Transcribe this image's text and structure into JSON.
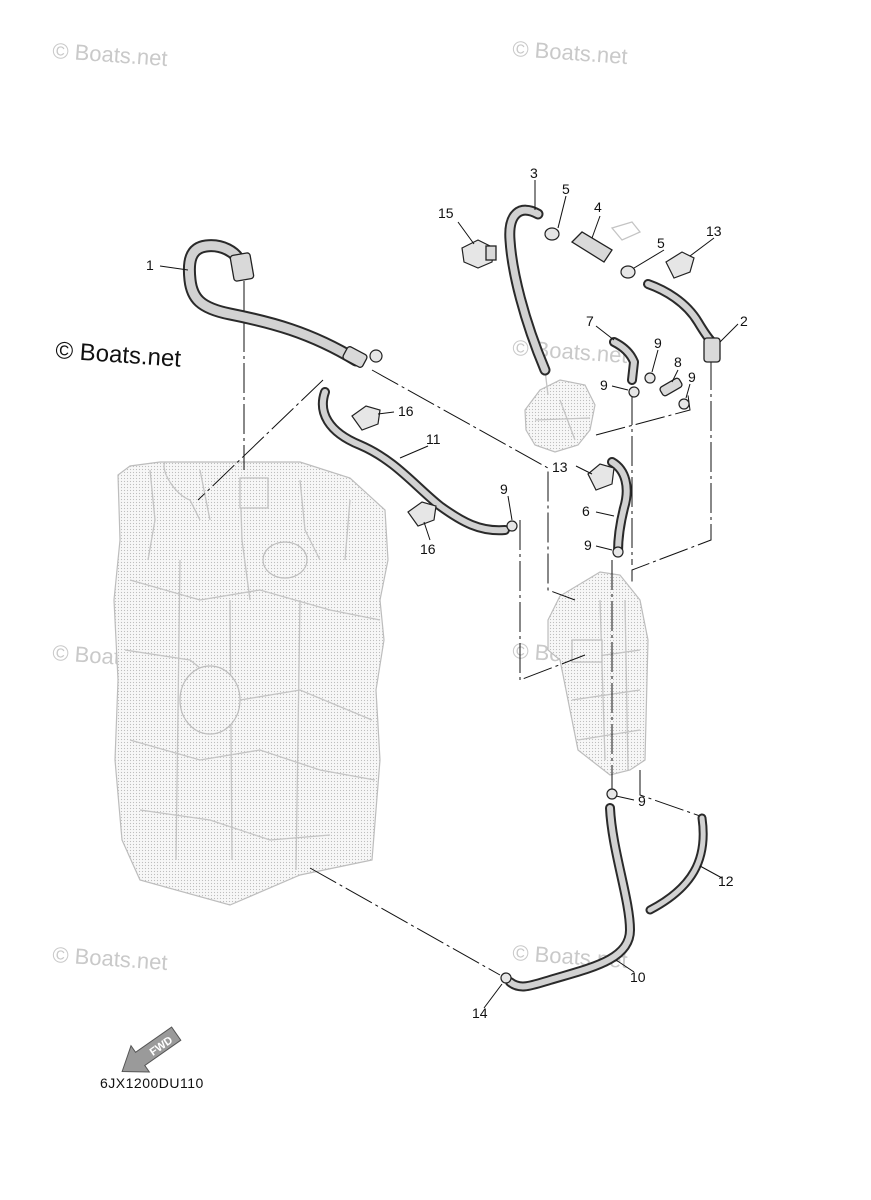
{
  "watermark": {
    "text": "© Boats.net",
    "featured_text": "© Boats.net"
  },
  "diagram_code": "6JX1200DU110",
  "fwd_label": "FWD",
  "callouts": {
    "c1": "1",
    "c2": "2",
    "c3": "3",
    "c4": "4",
    "c5a": "5",
    "c5b": "5",
    "c6": "6",
    "c7": "7",
    "c8": "8",
    "c9a": "9",
    "c9b": "9",
    "c9c": "9",
    "c9d": "9",
    "c9e": "9",
    "c9f": "9",
    "c10": "10",
    "c11": "11",
    "c12": "12",
    "c13a": "13",
    "c13b": "13",
    "c14": "14",
    "c15": "15",
    "c16a": "16",
    "c16b": "16"
  }
}
